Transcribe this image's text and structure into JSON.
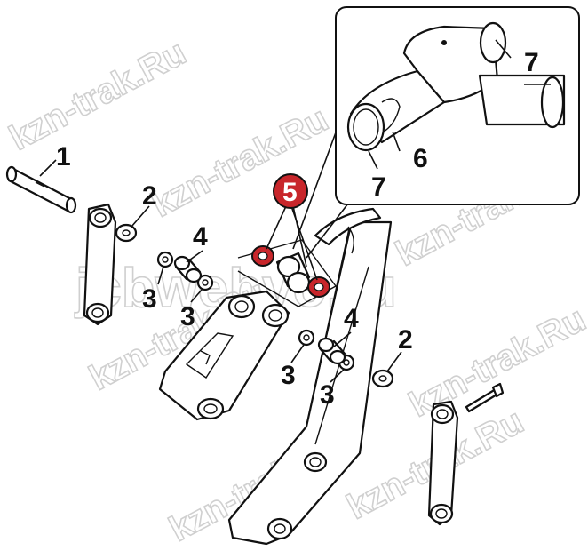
{
  "diagram": {
    "watermark_small": "kzn-trak.Ru",
    "watermark_big": "jcbwebvo.ru",
    "detail_box_present": true,
    "highlight_color": "#c8262b",
    "labels": {
      "p1": "1",
      "p2_left": "2",
      "p2_right": "2",
      "p3_a": "3",
      "p3_b": "3",
      "p3_c": "3",
      "p3_d": "3",
      "p4_left": "4",
      "p4_right": "4",
      "p5": "5",
      "p6": "6",
      "p7_top": "7",
      "p7_bottom": "7"
    }
  }
}
